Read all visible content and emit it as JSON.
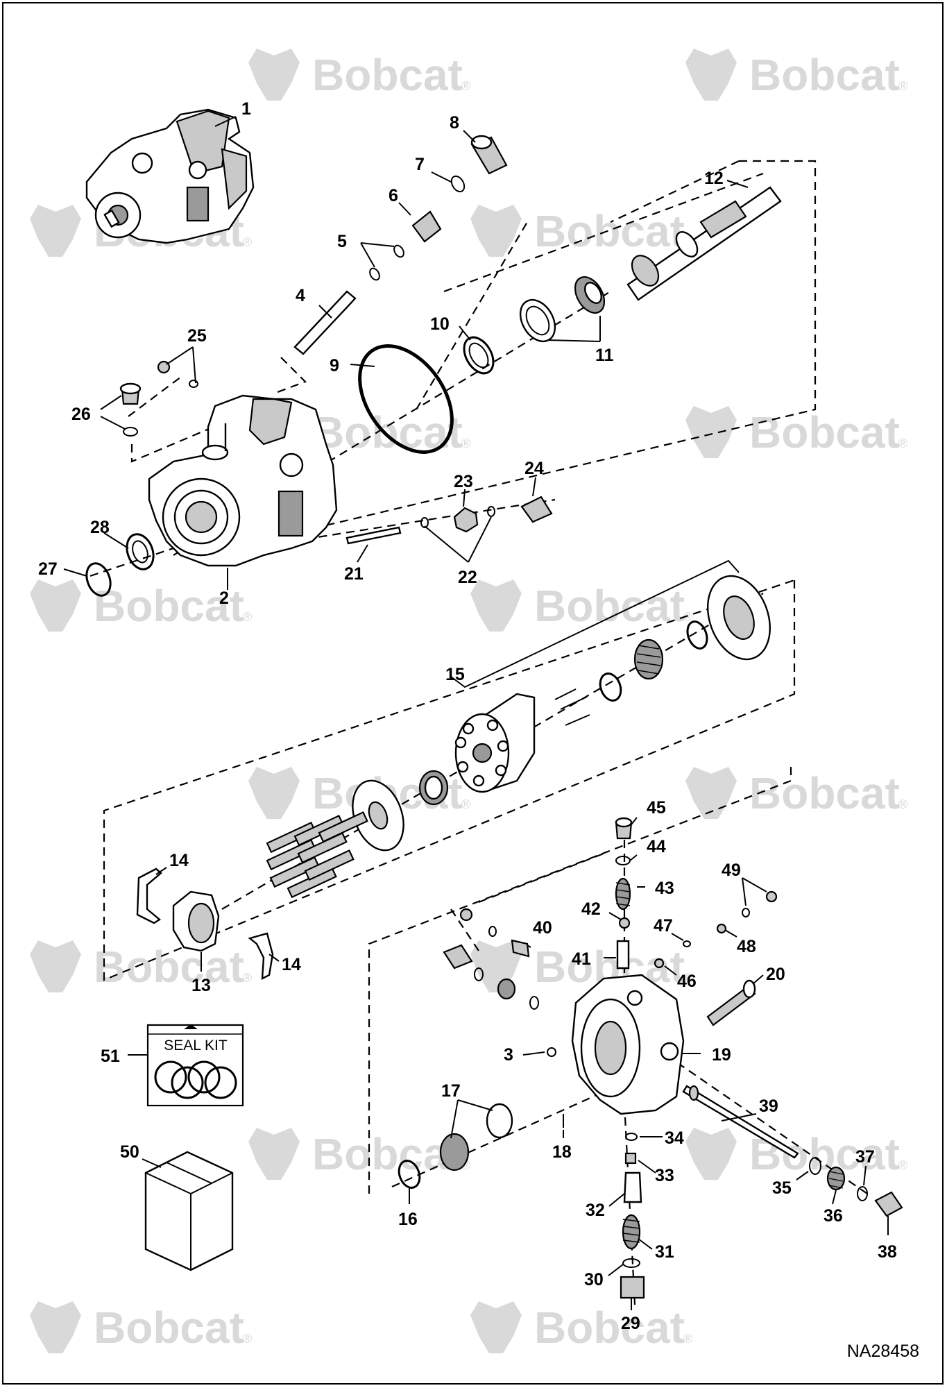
{
  "watermark": {
    "brand": "Bobcat",
    "reg_mark": "®"
  },
  "reference_code": "NA28458",
  "seal_kit_label": "SEAL KIT",
  "callouts": [
    "1",
    "2",
    "3",
    "4",
    "5",
    "6",
    "7",
    "8",
    "9",
    "10",
    "11",
    "12",
    "13",
    "14",
    "14",
    "15",
    "16",
    "17",
    "18",
    "19",
    "20",
    "21",
    "22",
    "23",
    "24",
    "25",
    "26",
    "27",
    "28",
    "29",
    "30",
    "31",
    "32",
    "33",
    "34",
    "35",
    "36",
    "37",
    "38",
    "39",
    "40",
    "41",
    "42",
    "43",
    "44",
    "45",
    "46",
    "47",
    "48",
    "49",
    "50",
    "51"
  ]
}
